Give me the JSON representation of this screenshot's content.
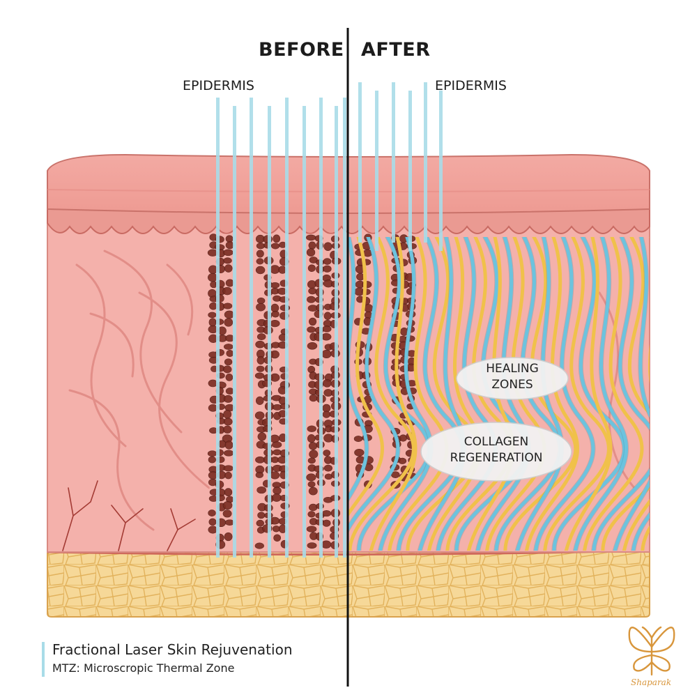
{
  "header": {
    "before": "BEFORE",
    "after": "AFTER"
  },
  "layers": {
    "left_top": "EPIDERMIS",
    "right_top": "EPIDERMIS"
  },
  "callouts": {
    "healing": {
      "line1": "HEALING",
      "line2": "ZONES"
    },
    "collagen": {
      "line1": "COLLAGEN",
      "line2": "REGENERATION"
    }
  },
  "caption": {
    "title": "Fractional Laser Skin Rejuvenation",
    "subtitle": "MTZ: Microscropic Thermal Zone"
  },
  "logo": {
    "text": "Shaparak",
    "icon": "butterfly-icon"
  },
  "colors": {
    "epidermis": "#f1a7a0",
    "dermis": "#f4b1ab",
    "fat": "#f3d28f",
    "thermal_zone": "#7a2d22",
    "laser_beam": "#a9dbe8",
    "collagen_blue": "#6cc3de",
    "collagen_yellow": "#f0c14a",
    "logo": "#d8963c"
  },
  "laser": {
    "left_beam_count": 9,
    "right_beam_count": 6
  }
}
